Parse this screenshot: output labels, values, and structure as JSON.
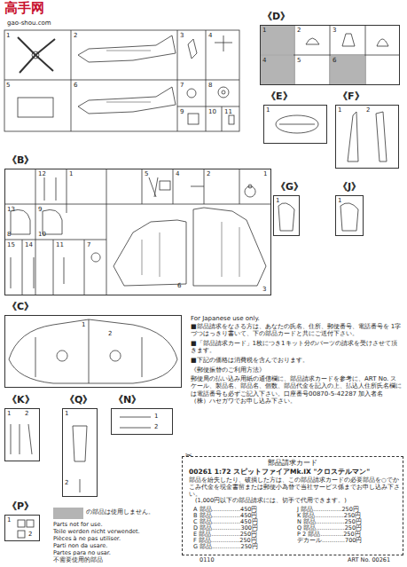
{
  "diagram": {
    "nodes": [
      {
        "text": [
          "《D》"
        ]
      },
      {
        "text": [
          "《E》"
        ]
      },
      {
        "text": [
          "《F》"
        ]
      },
      {
        "text": [
          "《B》"
        ]
      },
      {
        "text": [
          "《G》"
        ]
      },
      {
        "text": [
          "《J》"
        ]
      },
      {
        "text": [
          "《C》"
        ]
      },
      {
        "text": [
          "《K》"
        ]
      },
      {
        "text": [
          "《Q》"
        ]
      },
      {
        "text": [
          "《N》"
        ]
      },
      {
        "text": [
          "《P》"
        ]
      },
      {
        "text": [
          "部品請求カード"
        ]
      }
    ],
    "labels": [
      "高手网",
      "gao-shou.com",
      "1",
      "2",
      "3",
      "4",
      "5",
      "6",
      "7",
      "8",
      "9",
      "10",
      "11",
      "1",
      "2",
      "3",
      "4",
      "5",
      "6",
      "1",
      "1",
      "2",
      "12",
      "1",
      "5",
      "4",
      "2",
      "1",
      "13",
      "9",
      "8",
      "10",
      "15",
      "14",
      "11",
      "7",
      "6",
      "3",
      "1",
      "1",
      "1",
      "2",
      "1",
      "2",
      "1",
      "2",
      "1",
      "2",
      "1",
      "2",
      "For Japanese use only.",
      "■部品請求をなさる方は、あなたの氏名、住所、郵便番号、電話番号を 1字づつはっきり書いて、下の部品カードと共にご送付下さい。",
      "■「部品請求カード」1枚につき1キット分のパーツの請求を受けさせて頂きます。",
      "■下記の価格は消費税を含んでおります。",
      "《郵便振替のご利用方法》",
      "郵便局の払い込み用紙の通信欄に、部品請求カードを参考に、ART No. スケール、製品名、部品名、個数、部品代金を記入の上、払込人住所氏名欄には電話番号も必ずご記入下さい。口座番号00870-5-42287 加入者名（株）ハセガワでお申し込み下さい。",
      "00261 1:72 スピットファイアMk.IX \"クロステルマン\"",
      "部品を紛失したり、破損した方は、この部品請求カードの必要部品を○でかこみ代金を現金書留または郵便小為替で当社サービス係までお申し込み下さい。",
      "(1,000円以下の部品請求には、切手で代用できます。)",
      "A 部品……………450円",
      "B 部品……………450円",
      "C 部品……………450円",
      "D 部品……………300円",
      "E 部品……………250円",
      "F 部品……………250円",
      "G 部品……………250円",
      "J 部品……………250円",
      "K 部品……………250円",
      "N 部品……………250円",
      "Q 部品……………250円",
      "P 2 部品…………250円",
      "デカール…………700円",
      "0110",
      "ART No. 00261",
      "✂",
      "Parts not for use.",
      "Teile werden nicht verwendet.",
      "Pièces à ne pas utiliser.",
      "Parti non da usare.",
      "Partes para no usar.",
      "不需要使用的部品"
    ],
    "legend": [
      {
        "text": "の部品は使用しません。",
        "color": "#b4b4b4"
      }
    ]
  }
}
